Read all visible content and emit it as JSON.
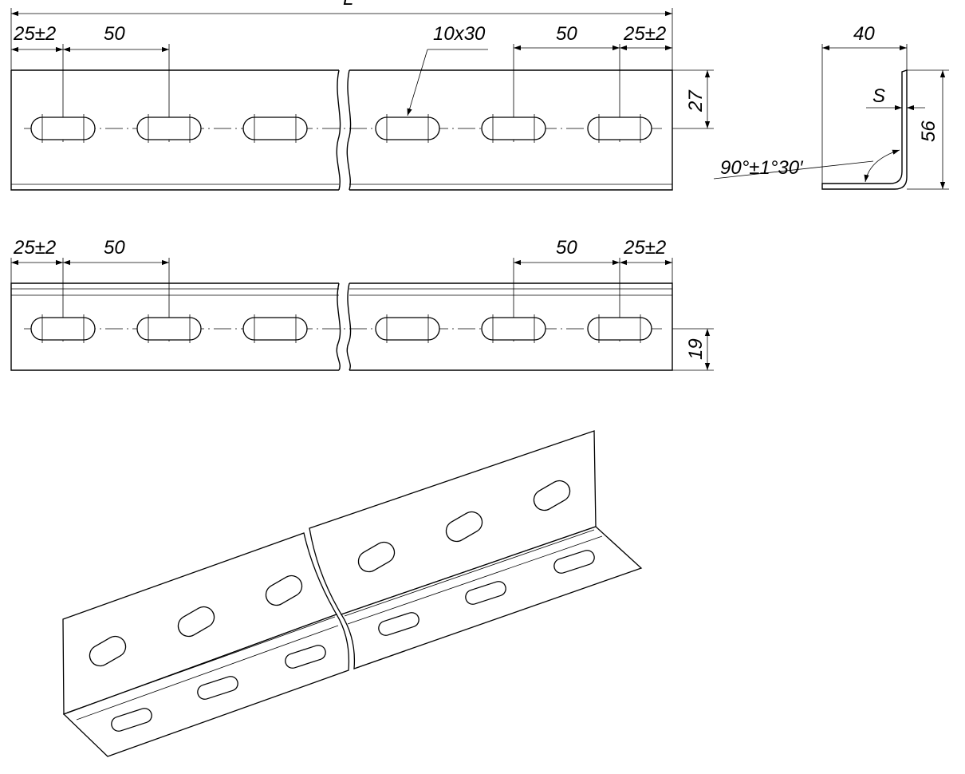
{
  "top_view": {
    "overall_length_label": "L",
    "left_edge_offset": "25±2",
    "left_pitch": "50",
    "slot_size": "10x30",
    "right_pitch": "50",
    "right_edge_offset": "25±2",
    "slot_row_height": "27"
  },
  "bottom_view": {
    "left_edge_offset": "25±2",
    "left_pitch": "50",
    "right_pitch": "50",
    "right_edge_offset": "25±2",
    "slot_row_height": "19"
  },
  "section_view": {
    "flange_width": "40",
    "thickness": "S",
    "height": "56",
    "bend_angle": "90°±1°30′"
  }
}
